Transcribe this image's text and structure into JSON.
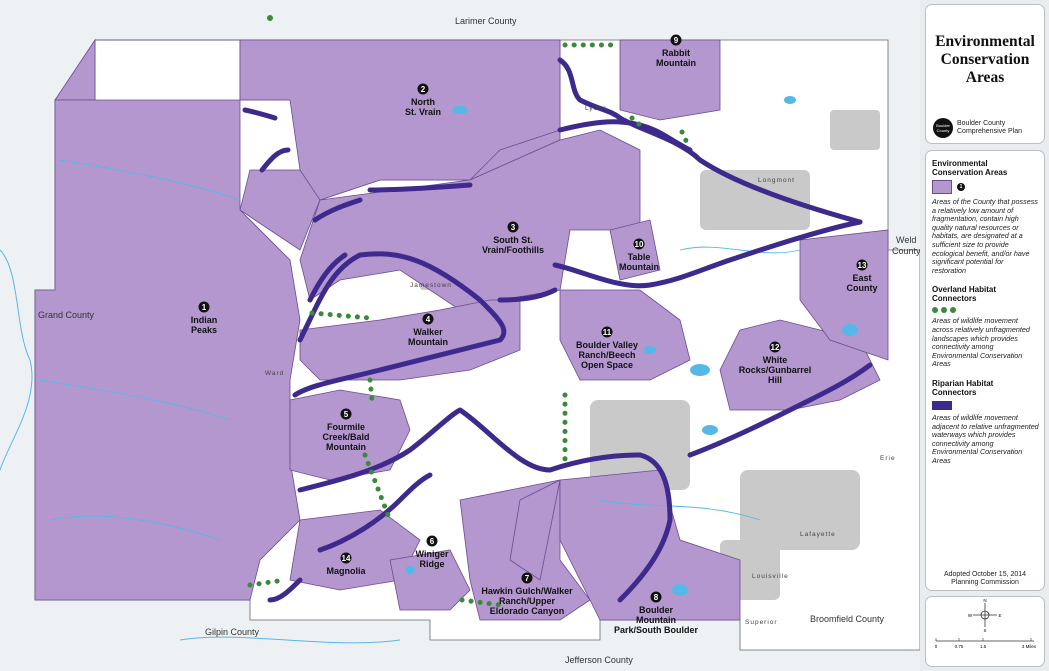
{
  "map": {
    "counties": {
      "north": "Larimer County",
      "west": "Grand County",
      "south": "Jefferson County",
      "southwest": "Gilpin County",
      "southeast": "Broomfield County",
      "east_line1": "Weld",
      "east_line2": "County"
    },
    "towns": {
      "jamestown": "Jamestown",
      "longmont": "Longmont",
      "lafayette": "Lafayette",
      "louisville": "Louisville",
      "superior": "Superior",
      "lyons": "Lyons",
      "ward": "Ward",
      "erie": "Erie"
    },
    "areas": [
      {
        "num": "1",
        "lines": [
          "Indian",
          "Peaks"
        ]
      },
      {
        "num": "2",
        "lines": [
          "North",
          "St. Vrain"
        ]
      },
      {
        "num": "3",
        "lines": [
          "South St.",
          "Vrain/Foothills"
        ]
      },
      {
        "num": "4",
        "lines": [
          "Walker",
          "Mountain"
        ]
      },
      {
        "num": "5",
        "lines": [
          "Fourmile",
          "Creek/Bald",
          "Mountain"
        ]
      },
      {
        "num": "6",
        "lines": [
          "Winiger",
          "Ridge"
        ]
      },
      {
        "num": "7",
        "lines": [
          "Hawkin Gulch/Walker",
          "Ranch/Upper",
          "Eldorado Canyon"
        ]
      },
      {
        "num": "8",
        "lines": [
          "Boulder",
          "Mountain",
          "Park/South Boulder"
        ]
      },
      {
        "num": "9",
        "lines": [
          "Rabbit",
          "Mountain"
        ]
      },
      {
        "num": "10",
        "lines": [
          "Table",
          "Mountain"
        ]
      },
      {
        "num": "11",
        "lines": [
          "Boulder Valley",
          "Ranch/Beech",
          "Open Space"
        ]
      },
      {
        "num": "12",
        "lines": [
          "White",
          "Rocks/Gunbarrel",
          "Hill"
        ]
      },
      {
        "num": "13",
        "lines": [
          "East",
          "County"
        ]
      },
      {
        "num": "14",
        "lines": [
          "Magnolia"
        ]
      }
    ],
    "colors": {
      "conservation_fill": "#b497cf",
      "conservation_stroke": "#6a4c93",
      "riparian": "#3d2a8c",
      "overland_dots": "#3a8a3a",
      "water": "#55b8e6",
      "urban": "#c9c9c9",
      "background": "#ffffff"
    }
  },
  "panel": {
    "title_lines": [
      "Environmental",
      "Conservation",
      "Areas"
    ],
    "org_line1": "Boulder County",
    "org_line2": "Comprehensive Plan",
    "logo_line1": "Boulder",
    "logo_line2": "County",
    "legend": {
      "eca_heading_line1": "Environmental",
      "eca_heading_line2": "Conservation Areas",
      "eca_bullet": "1",
      "eca_description": "Areas of the County that possess a relatively low amount of fragmentation, contain high quality natural resources or habitats, are designated at a sufficient size to provide ecological benefit, and/or have significant potential for restoration",
      "overland_heading_line1": "Overland Habitat",
      "overland_heading_line2": "Connectors",
      "overland_description": "Areas of wildlife movement across relatively unfragmented landscapes which provides connectivity among Environmental Conservation Areas",
      "riparian_heading_line1": "Riparian Habitat",
      "riparian_heading_line2": "Connectors",
      "riparian_description": "Areas of wildlife movement adjacent to relative unfragmented waterways which provides connectivity among Environmental Conservation Areas"
    },
    "adopted_line1": "Adopted October 15, 2014",
    "adopted_line2": "Planning Commission",
    "scale": {
      "ticks": [
        "0",
        "0.75",
        "1.5",
        "3 Miles"
      ],
      "compass": {
        "n": "N",
        "s": "S",
        "e": "E",
        "w": "W"
      }
    }
  }
}
